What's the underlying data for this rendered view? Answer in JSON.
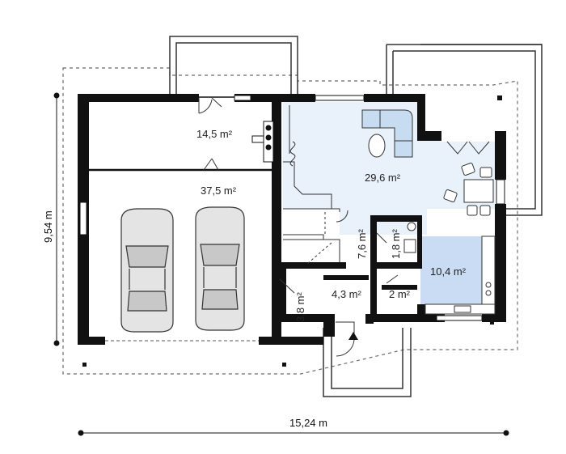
{
  "colors": {
    "wall": "#111111",
    "living_floor": "#e9f1fb",
    "kitchen_floor": "#c9dcf3",
    "furniture_blue": "#c7dcf0",
    "outline": "#6b6b6b",
    "text": "#222222"
  },
  "rooms": {
    "workshop_area": "14,5 m²",
    "garage_area": "37,5 m²",
    "living_area": "29,6 m²",
    "kitchen_area": "10,4 m²",
    "stair_area": "7,6 m²",
    "bath_area": "1,8 m²",
    "hall_area": "4,3 m²",
    "closet_area": "3,8 m²",
    "wc_area": "2 m²"
  },
  "dimensions": {
    "width": "15,24 m",
    "depth": "9,54 m"
  }
}
